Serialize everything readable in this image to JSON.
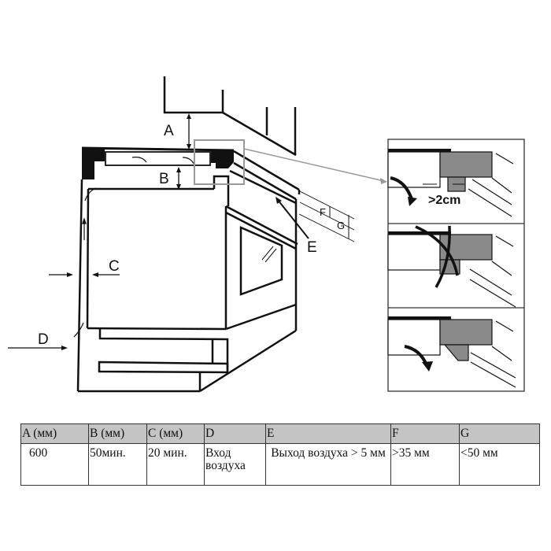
{
  "diagram": {
    "labels": {
      "A": "A",
      "B": "B",
      "C": "C",
      "D": "D",
      "E": "E",
      "F": "F",
      "G": "G"
    },
    "inset_note": ">2cm"
  },
  "table": {
    "headers": [
      "A (мм)",
      "B (мм)",
      "C (мм)",
      "D",
      "E",
      "F",
      "G"
    ],
    "values": [
      "600",
      "50мин.",
      "20 мин.",
      "Вход воздуха",
      "Выход воздуха > 5 мм",
      ">35 мм",
      "<50 мм"
    ]
  }
}
